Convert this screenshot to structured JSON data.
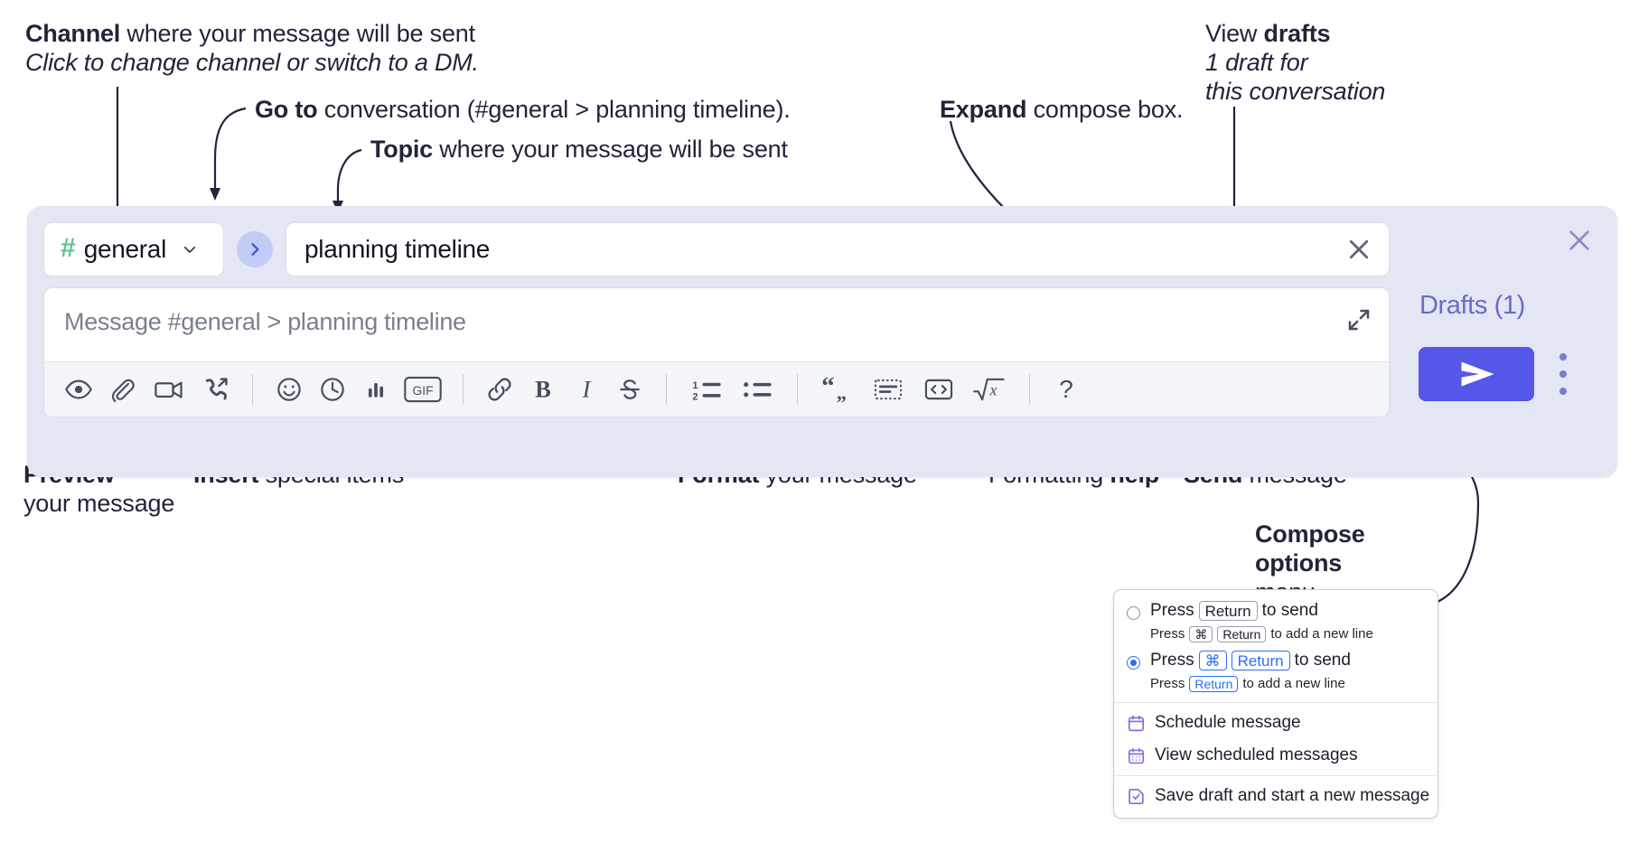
{
  "annotations": {
    "channel": {
      "title_bold": "Channel",
      "title_rest": " where your message will be sent",
      "sub": "Click to change channel or switch to a DM."
    },
    "goto": {
      "bold": "Go to",
      "rest": " conversation (#general > planning timeline)."
    },
    "topic": {
      "bold": "Topic",
      "rest": " where your message will be sent"
    },
    "expand": {
      "bold": "Expand",
      "rest": " compose box."
    },
    "drafts": {
      "line1_rest": "View ",
      "line1_bold": "drafts",
      "line2": "1 draft for",
      "line3": "this conversation"
    },
    "preview": {
      "bold": "Preview",
      "line2": "your message"
    },
    "insert": {
      "bold": "Insert",
      "rest": " special items"
    },
    "format": {
      "bold": "Format",
      "rest": " your message"
    },
    "formatting_help": {
      "rest": "Formatting ",
      "bold": "help"
    },
    "send": {
      "bold": "Send",
      "rest": " message"
    },
    "compose_options": {
      "line1": "Compose",
      "line2": "options",
      "line3": "menu"
    }
  },
  "compose": {
    "channel_pill": {
      "hash": "#",
      "name": "general",
      "chevron_icon": "chevron-down-icon"
    },
    "goto_icon": "chevron-right-icon",
    "topic": {
      "value": "planning timeline",
      "clear_icon": "close-icon"
    },
    "message_input": {
      "placeholder": "Message #general > planning timeline",
      "value": ""
    },
    "expand_icon": "expand-diagonal-icon",
    "toolbar": [
      {
        "name": "preview-icon",
        "label": "Preview"
      },
      {
        "name": "attachment-icon",
        "label": "Attach file"
      },
      {
        "name": "video-camera-icon",
        "label": "Video clip"
      },
      {
        "name": "phone-forward-icon",
        "label": "Audio clip"
      },
      {
        "name": "separator",
        "label": ""
      },
      {
        "name": "emoji-icon",
        "label": "Emoji"
      },
      {
        "name": "clock-icon",
        "label": "Reminder"
      },
      {
        "name": "bar-chart-icon",
        "label": "Poll"
      },
      {
        "name": "gif-icon",
        "label": "GIF"
      },
      {
        "name": "separator",
        "label": ""
      },
      {
        "name": "link-icon",
        "label": "Link"
      },
      {
        "name": "bold-icon",
        "label": "B"
      },
      {
        "name": "italic-icon",
        "label": "I"
      },
      {
        "name": "strikethrough-icon",
        "label": "Strikethrough"
      },
      {
        "name": "separator",
        "label": ""
      },
      {
        "name": "ordered-list-icon",
        "label": "Ordered list"
      },
      {
        "name": "bulleted-list-icon",
        "label": "Bulleted list"
      },
      {
        "name": "separator",
        "label": ""
      },
      {
        "name": "blockquote-icon",
        "label": "Blockquote"
      },
      {
        "name": "code-block-icon",
        "label": "Code block"
      },
      {
        "name": "inline-code-icon",
        "label": "Inline code"
      },
      {
        "name": "math-icon",
        "label": "Math"
      },
      {
        "name": "separator",
        "label": ""
      },
      {
        "name": "help-icon",
        "label": "?"
      }
    ],
    "help_label": "?",
    "close_icon": "close-icon",
    "drafts_label": "Drafts (1)",
    "send_icon": "send-paper-plane-icon",
    "kebab_icon": "kebab-menu-icon"
  },
  "menu": {
    "options": [
      {
        "selected": false,
        "line1": {
          "pre": "Press",
          "key1": "Return",
          "post": "to send"
        },
        "line2": {
          "pre": "Press",
          "key1": "⌘",
          "key2": "Return",
          "post": "to add a new line"
        }
      },
      {
        "selected": true,
        "line1": {
          "pre": "Press",
          "key1": "⌘",
          "key2": "Return",
          "post": "to send"
        },
        "line2": {
          "pre": "Press",
          "key1": "Return",
          "post": "to add a new line"
        }
      }
    ],
    "items": [
      {
        "icon": "calendar-schedule-icon",
        "label": "Schedule message"
      },
      {
        "icon": "calendar-grid-icon",
        "label": "View scheduled messages"
      },
      {
        "icon": "save-draft-icon",
        "label": "Save draft and start a new message"
      }
    ]
  },
  "colors": {
    "accent": "#5457e8",
    "panel_bg": "#e3e6f3",
    "drafts_text": "#6a6bc9",
    "hash_green": "#5fc592",
    "key_blue": "#2b6ef4"
  }
}
